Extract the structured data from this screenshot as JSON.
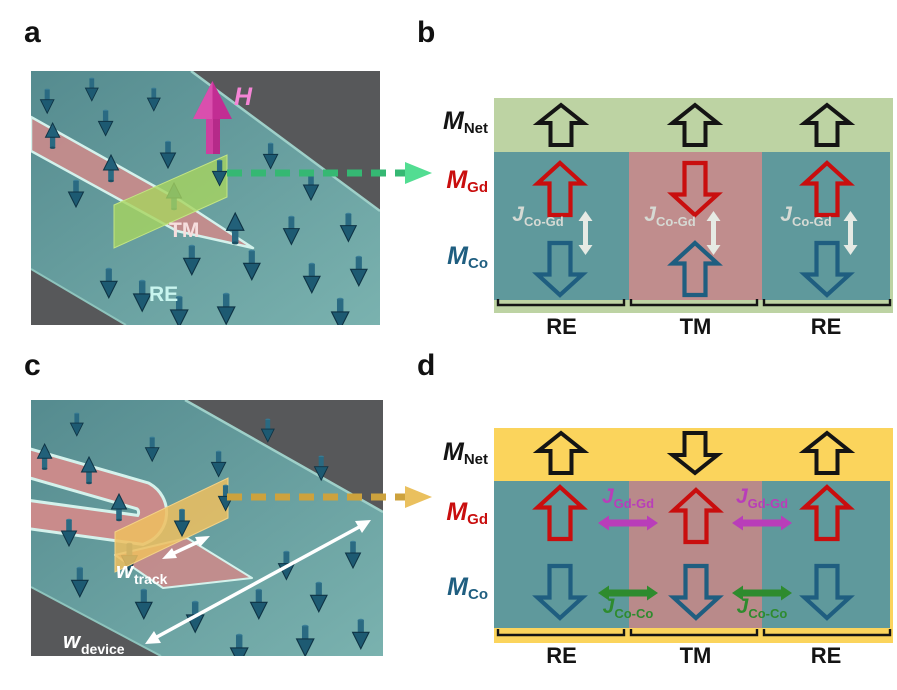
{
  "figure": {
    "panel_letters": [
      "a",
      "b",
      "c",
      "d"
    ],
    "scene_a": {
      "field_label": "H",
      "track_label": "TM",
      "film_label": "RE"
    },
    "scene_c": {
      "track_width_main": "w",
      "track_width_sub": "track",
      "device_width_main": "w",
      "device_width_sub": "device"
    },
    "magnetization_labels": [
      {
        "main": "M",
        "sub": "Net"
      },
      {
        "main": "M",
        "sub": "Gd"
      },
      {
        "main": "M",
        "sub": "Co"
      }
    ],
    "region_labels": [
      "RE",
      "TM",
      "RE"
    ],
    "panel_b": {
      "coupling": {
        "main": "J",
        "sub": "Co-Gd"
      }
    },
    "panel_d": {
      "coupling_gd": {
        "main": "J",
        "sub": "Gd-Gd"
      },
      "coupling_co": {
        "main": "J",
        "sub": "Co-Co"
      }
    },
    "arrows": {
      "b": {
        "net": [
          "#block-up-s",
          "#block-up-s",
          "#block-up-s"
        ],
        "gd": [
          "#block-up",
          "#block-down",
          "#block-up"
        ],
        "co": [
          "#block-down",
          "#block-up",
          "#block-down"
        ]
      },
      "d": {
        "net": [
          "#block-up-s",
          "#block-down-s",
          "#block-up-s"
        ],
        "gd": [
          "#block-up",
          "#block-up",
          "#block-up"
        ],
        "co": [
          "#block-down",
          "#block-down",
          "#block-down"
        ]
      }
    },
    "colors": {
      "panel_b_background": "#bdd3a3",
      "panel_d_background": "#fbd45c",
      "re_column": "#5f999c",
      "tm_column_b": "#c08d8d",
      "tm_column_d": "#b98a8a",
      "m_net": "#141414",
      "m_gd": "#c90e0e",
      "m_co": "#1f5e80",
      "j_co_gd": "#d6dad4",
      "j_gd_gd": "#b93db9",
      "j_co_co": "#2e8b2e",
      "cut_arrow_b": "#3bc97d",
      "cut_arrow_d": "#d9ab44",
      "field_arrow": "#c22d93",
      "scene_background": "#57585a",
      "scene_film": "#5f999c",
      "scene_track": "#c98b8b"
    }
  }
}
